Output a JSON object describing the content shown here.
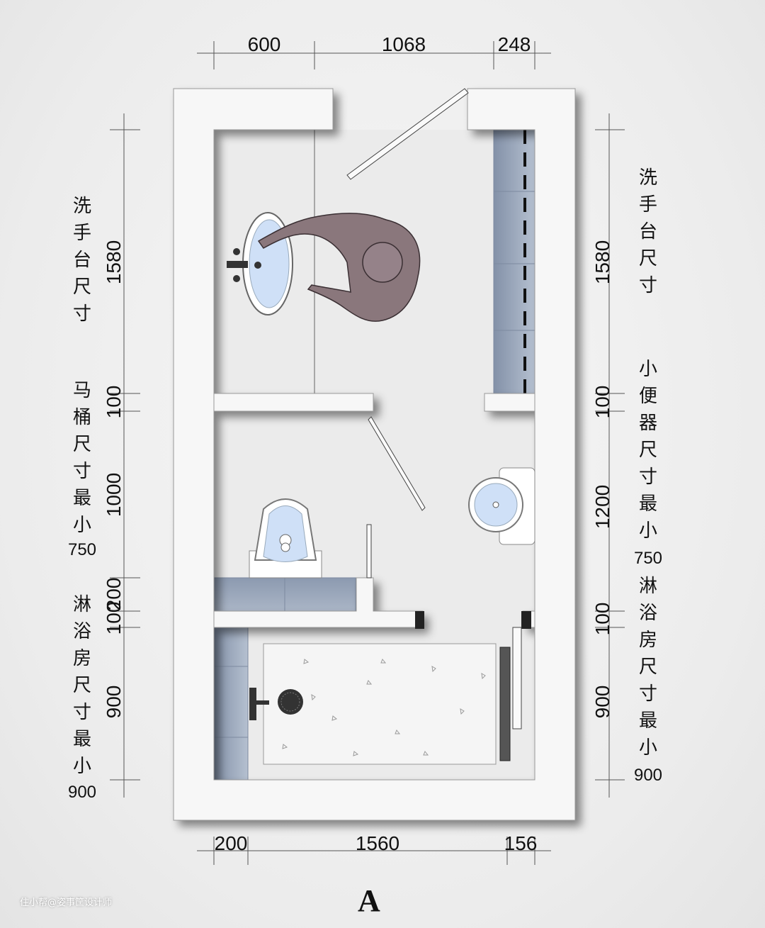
{
  "top_dims": [
    "600",
    "1068",
    "248"
  ],
  "bottom_dims": [
    "200",
    "1560",
    "156"
  ],
  "left_dims": [
    "1580",
    "100",
    "1000",
    "200",
    "100",
    "900"
  ],
  "right_dims": [
    "1580",
    "100",
    "1200",
    "100",
    "900"
  ],
  "left_labels": [
    {
      "text": "洗手台尺寸",
      "num": ""
    },
    {
      "text": "马桶尺寸最小",
      "num": "750"
    },
    {
      "text": "淋浴房尺寸最小",
      "num": "900"
    }
  ],
  "right_labels": [
    {
      "text": "洗手台尺寸",
      "num": ""
    },
    {
      "text": "小便器尺寸最小",
      "num": "750"
    },
    {
      "text": "淋浴房尺寸最小",
      "num": "900"
    }
  ],
  "plan_letter": "A",
  "watermark": "住小帮@姿事筐设计师",
  "colors": {
    "wall": "#f7f7f7",
    "floor": "#ebebeb",
    "tile": "#9aa7bb",
    "fixture_water": "#cfe0f7",
    "person": "#8a777c"
  }
}
